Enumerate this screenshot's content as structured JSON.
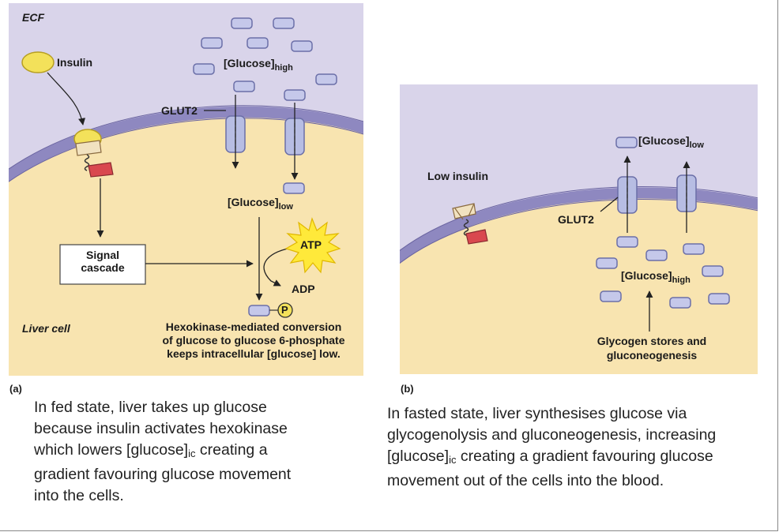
{
  "panel_a": {
    "ecf_label": "ECF",
    "insulin_label": "Insulin",
    "glut2_label": "GLUT2",
    "glucose_high": {
      "text": "[Glucose]",
      "sub": "high"
    },
    "glucose_low": {
      "text": "[Glucose]",
      "sub": "low"
    },
    "signal_cascade": [
      "Signal",
      "cascade"
    ],
    "atp_label": "ATP",
    "adp_label": "ADP",
    "phosphate_label": "P",
    "liver_cell_label": "Liver cell",
    "hexokinase_note": [
      "Hexokinase-mediated conversion",
      "of glucose to glucose 6-phosphate",
      "keeps intracellular [glucose] low."
    ],
    "panel_letter": "(a)"
  },
  "panel_b": {
    "low_insulin_label": "Low insulin",
    "glut2_label": "GLUT2",
    "glucose_low": {
      "text": "[Glucose]",
      "sub": "low"
    },
    "glucose_high": {
      "text": "[Glucose]",
      "sub": "high"
    },
    "glycogen_note": [
      "Glycogen stores and",
      "gluconeogenesis"
    ],
    "panel_letter": "(b)"
  },
  "caption_a": {
    "line1": "In fed state, liver takes up glucose",
    "line2": "because insulin activates hexokinase",
    "line3_pre": "which lowers [glucose]",
    "line3_sub": "ic",
    "line3_post": " creating a",
    "line4": "gradient favouring glucose movement",
    "line5": "into the cells."
  },
  "caption_b": {
    "line1": "In fasted state, liver synthesises glucose via",
    "line2": "glycogenolysis and gluconeogenesis, increasing",
    "line3_pre": "[glucose]",
    "line3_sub": "ic",
    "line3_post": " creating a gradient favouring glucose",
    "line4": "movement out of the cells into the blood."
  },
  "colors": {
    "ecf": "#d9d4ea",
    "cell": "#f8e4b0",
    "membrane": "#8e88c0",
    "glucose_fill": "#c5c8ea",
    "glucose_stroke": "#6b6fa8",
    "insulin": "#f3e15a",
    "receptor_red": "#d9484f",
    "atp_star": "#ffe93a"
  }
}
